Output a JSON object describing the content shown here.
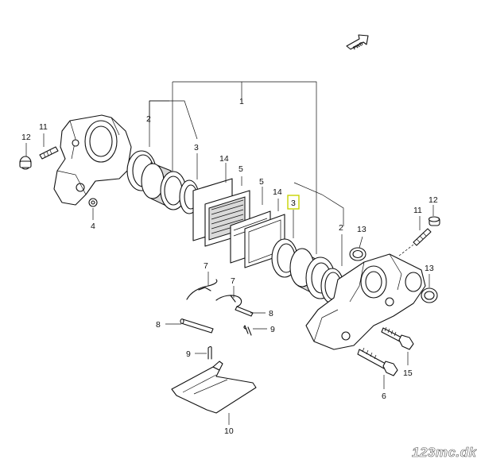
{
  "diagram": {
    "fwd_label": "FWD",
    "callouts": [
      {
        "id": "c1",
        "label": "1"
      },
      {
        "id": "c2a",
        "label": "2"
      },
      {
        "id": "c3a",
        "label": "3"
      },
      {
        "id": "c14a",
        "label": "14"
      },
      {
        "id": "c5a",
        "label": "5"
      },
      {
        "id": "c5b",
        "label": "5"
      },
      {
        "id": "c14b",
        "label": "14"
      },
      {
        "id": "c3b",
        "label": "3"
      },
      {
        "id": "c2b",
        "label": "2"
      },
      {
        "id": "c12a",
        "label": "12"
      },
      {
        "id": "c11a",
        "label": "11"
      },
      {
        "id": "c4",
        "label": "4"
      },
      {
        "id": "c12b",
        "label": "12"
      },
      {
        "id": "c11b",
        "label": "11"
      },
      {
        "id": "c13a",
        "label": "13"
      },
      {
        "id": "c13b",
        "label": "13"
      },
      {
        "id": "c7a",
        "label": "7"
      },
      {
        "id": "c7b",
        "label": "7"
      },
      {
        "id": "c8a",
        "label": "8"
      },
      {
        "id": "c8b",
        "label": "8"
      },
      {
        "id": "c9a",
        "label": "9"
      },
      {
        "id": "c9b",
        "label": "9"
      },
      {
        "id": "c15",
        "label": "15"
      },
      {
        "id": "c6",
        "label": "6"
      },
      {
        "id": "c10",
        "label": "10"
      }
    ],
    "highlight_colour": "#c8d400"
  },
  "watermark": "123mc.dk"
}
